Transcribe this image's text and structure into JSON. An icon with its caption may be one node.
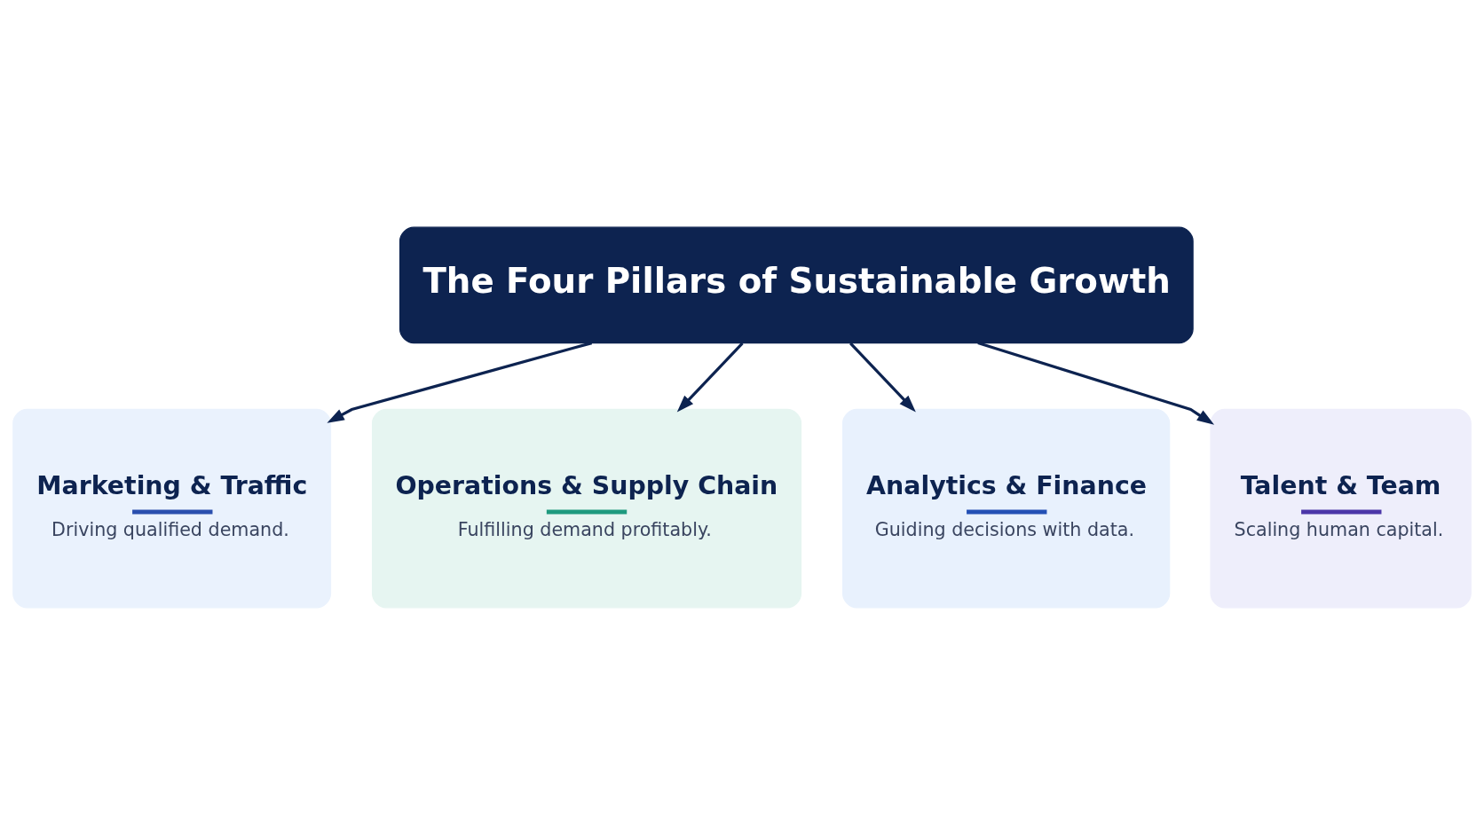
{
  "diagram": {
    "nodes": [
      {
        "text": [
          "The Four Pillars of Sustainable Growth"
        ]
      },
      {
        "text": [
          "Marketing & Traffic",
          "Driving qualified demand."
        ]
      },
      {
        "text": [
          "Operations & Supply Chain",
          "Fulfilling demand profitably."
        ]
      },
      {
        "text": [
          "Analytics & Finance",
          "Guiding decisions with data."
        ]
      },
      {
        "text": [
          "Talent & Team",
          "Scaling human capital."
        ]
      }
    ],
    "edges": [
      {
        "from": 0,
        "to": 1,
        "arrow": "to"
      },
      {
        "from": 0,
        "to": 2,
        "arrow": "to"
      },
      {
        "from": 0,
        "to": 3,
        "arrow": "to"
      },
      {
        "from": 0,
        "to": 4,
        "arrow": "to"
      }
    ]
  }
}
